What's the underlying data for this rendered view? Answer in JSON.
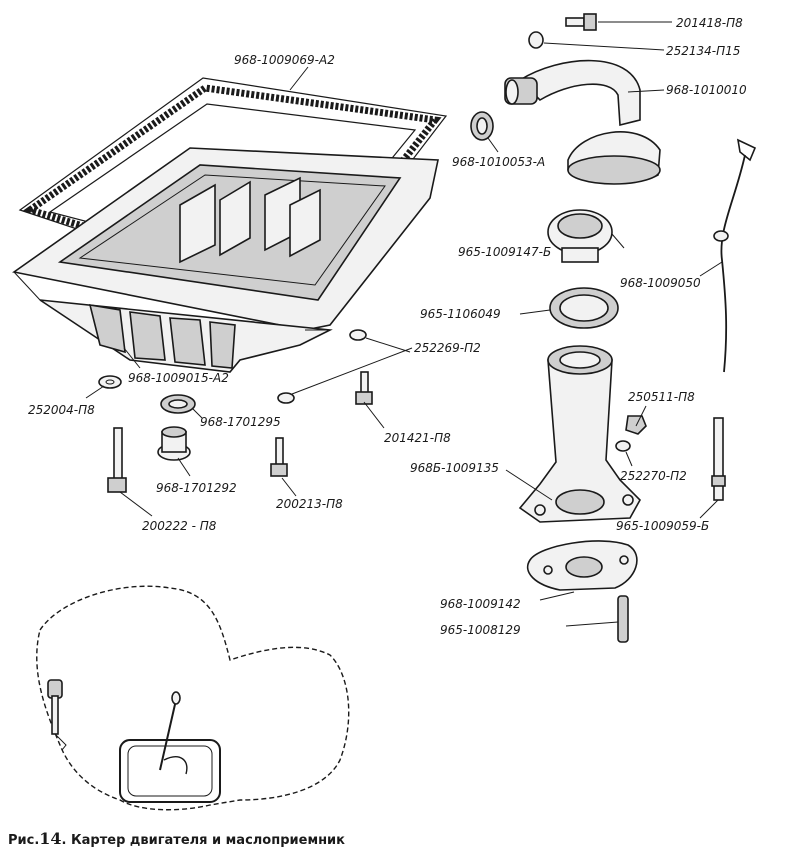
{
  "labels": {
    "gasket": "968-1009069-А2",
    "bolt_top": "201418-П8",
    "washer_top": "252134-П15",
    "oil_intake": "968-1010010",
    "intake_washer": "968-1010053-А",
    "filler_cap": "965-1009147-Б",
    "filler_gasket": "965-1106049",
    "dipstick": "968-1009050",
    "washers_252269": "252269-П2",
    "bolt_201421": "201421-П8",
    "oil_pan": "968-1009015-А2",
    "washer_252004": "252004-П8",
    "plug_gasket": "968-1701295",
    "drain_plug": "968-1701292",
    "bolt_200213": "200213-П8",
    "bolt_200222": "200222 - П8",
    "nut_250511": "250511-П8",
    "filler_neck": "968Б-1009135",
    "washer_252270": "252270-П2",
    "stud_965_1009059": "965-1009059-Б",
    "flange_gasket": "968-1009142",
    "stud_965_1008129": "965-1008129"
  },
  "caption": {
    "prefix": "Рис.",
    "number": "14",
    "text": ". Картер двигателя и маслоприемник"
  }
}
